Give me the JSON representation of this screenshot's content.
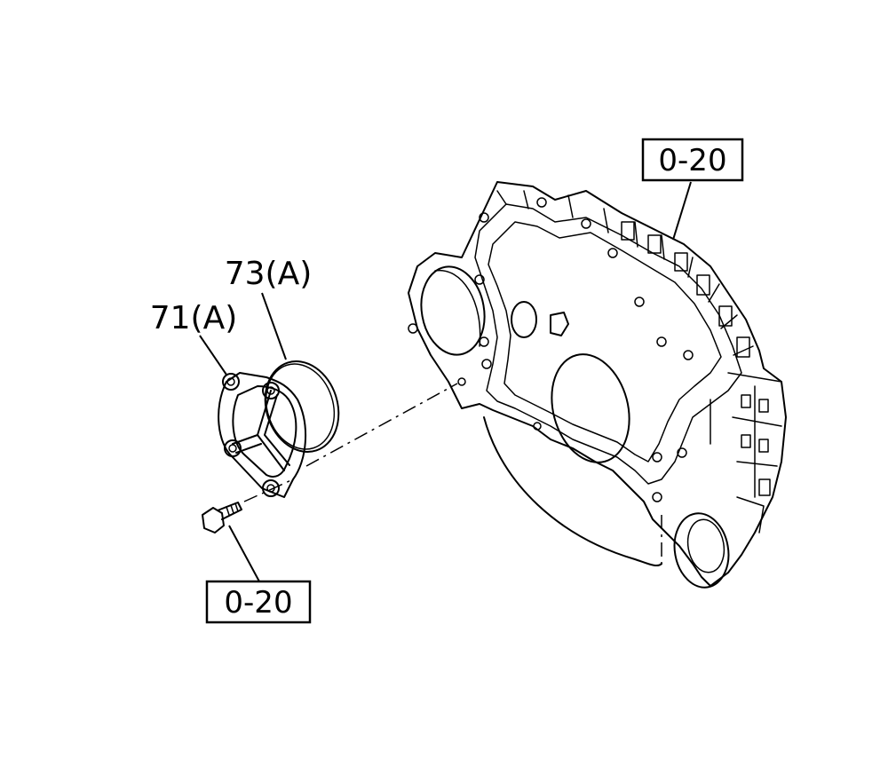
{
  "callouts": {
    "housing_ref": "0-20",
    "bolt_ref": "0-20",
    "cover_part": "71(A)",
    "oring_part": "73(A)"
  },
  "icons": {
    "housing": "flywheel-housing-icon",
    "cover": "cover-plate-icon",
    "oring": "o-ring-icon",
    "bolt": "bolt-icon"
  }
}
